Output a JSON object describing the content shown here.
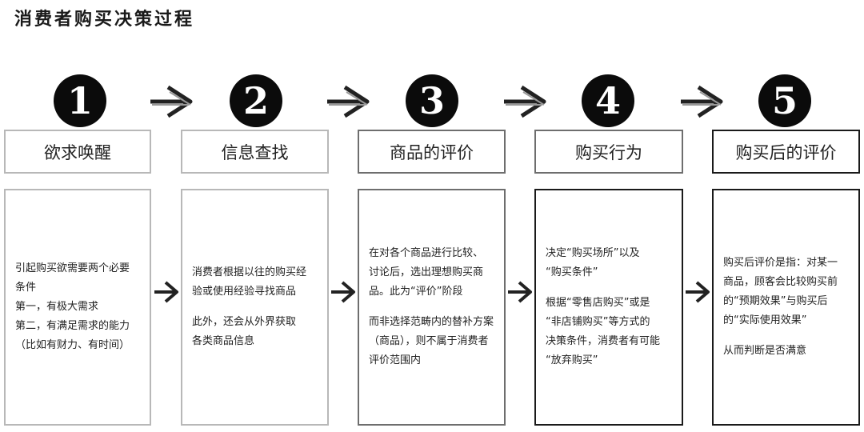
{
  "title": "消费者购买决策过程",
  "steps": [
    {
      "number": "1",
      "heading": "欲求唤醒",
      "paragraphs": [
        [
          "引起购买欲需要两个必要",
          "条件",
          "第一，有极大需求",
          "第二，有满足需求的能力",
          "（比如有财力、有时间）"
        ]
      ]
    },
    {
      "number": "2",
      "heading": "信息查找",
      "paragraphs": [
        [
          "消费者根据以往的购买经",
          "验或使用经验寻找商品"
        ],
        [
          "此外，还会从外界获取",
          "各类商品信息"
        ]
      ]
    },
    {
      "number": "3",
      "heading": "商品的评价",
      "paragraphs": [
        [
          "在对各个商品进行比较、",
          "讨论后，选出理想购买商",
          "品。此为“评价”阶段"
        ],
        [
          "而非选择范畴内的替补方案",
          "（商品），则不属于消费者",
          "评价范围内"
        ]
      ]
    },
    {
      "number": "4",
      "heading": "购买行为",
      "paragraphs": [
        [
          "决定“购买场所”以及",
          "“购买条件”"
        ],
        [
          "根据“零售店购买”或是",
          "“非店铺购买”等方式的",
          "决策条件，消费者有可能",
          "“放弃购买”"
        ]
      ]
    },
    {
      "number": "5",
      "heading": "购买后的评价",
      "paragraphs": [
        [
          "购买后评价是指：对某一",
          "商品，顾客会比较购买前",
          "的“预期效果”与购买后",
          "的“实际使用效果”"
        ],
        [
          "从而判断是否满意"
        ]
      ]
    }
  ]
}
